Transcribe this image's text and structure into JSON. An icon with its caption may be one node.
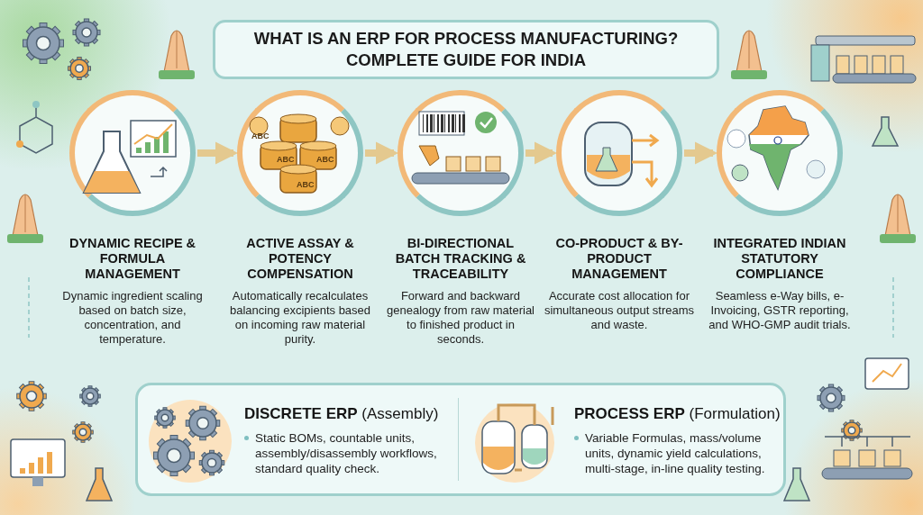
{
  "diagram": {
    "title": "WHAT IS AN ERP FOR PROCESS MANUFACTURING? COMPLETE GUIDE FOR INDIA",
    "nodes": [
      {
        "text": [
          "DYNAMIC RECIPE & FORMULA MANAGEMENT",
          "Dynamic ingredient scaling based on batch size, concentration, and temperature."
        ]
      },
      {
        "text": [
          "ACTIVE ASSAY & POTENCY COMPENSATION",
          "Automatically recalculates balancing excipients based on incoming raw material purity."
        ]
      },
      {
        "text": [
          "BI-DIRECTIONAL BATCH TRACKING & TRACEABILITY",
          "Forward and backward genealogy from raw material to finished product in seconds."
        ]
      },
      {
        "text": [
          "CO-PRODUCT & BY-PRODUCT MANAGEMENT",
          "Accurate cost allocation for simultaneous output streams and waste."
        ]
      },
      {
        "text": [
          "INTEGRATED INDIAN STATUTORY COMPLIANCE",
          "Seamless e-Way bills, e-Invoicing, GSTR reporting, and WHO-GMP audit trials."
        ]
      },
      {
        "text": [
          "**DISCRETE ERP** (Assembly)",
          "Static BOMs, countable units, assembly/disassembly workflows, standard quality check.",
          "**PROCESS ERP** (Formulation)",
          "Variable Formulas, mass/volume units, dynamic yield calculations, multi-stage, in-line quality testing."
        ]
      }
    ],
    "edges": [
      {
        "from": 0,
        "to": 1,
        "arrow": "to"
      },
      {
        "from": 1,
        "to": 2,
        "arrow": "to"
      },
      {
        "from": 2,
        "to": 3,
        "arrow": "to"
      },
      {
        "from": 3,
        "to": 4,
        "arrow": "to"
      }
    ],
    "labels": [
      "ABC",
      "ABC",
      "ABC",
      "ABC"
    ]
  }
}
